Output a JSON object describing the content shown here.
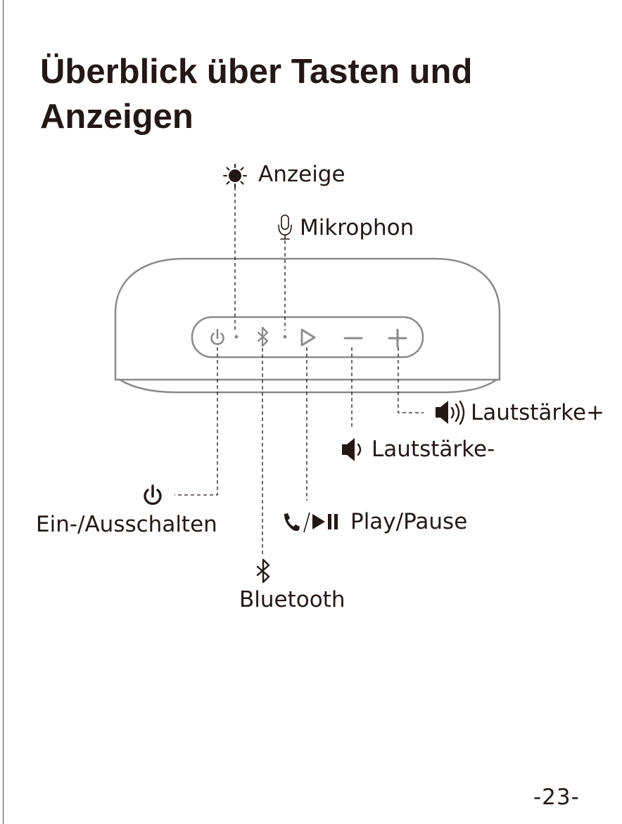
{
  "title": {
    "line1": "Überblick über Tasten und",
    "line2": "Anzeigen"
  },
  "labels": {
    "indicator": "Anzeige",
    "microphone": "Mikrophon",
    "volume_up": "Lautstärke+",
    "volume_down": "Lautstärke-",
    "power": "Ein-/Ausschalten",
    "play_pause": "Play/Pause",
    "bluetooth": "Bluetooth"
  },
  "icons": [
    "sun-icon",
    "microphone-icon",
    "power-icon",
    "bluetooth-icon",
    "play-icon",
    "minus-icon",
    "plus-icon",
    "speaker-loud-icon",
    "speaker-quiet-icon",
    "phone-icon",
    "play-pause-icon"
  ],
  "page_number": "-23-",
  "colors": {
    "text": "#231815",
    "device_outline": "#8a8a8a",
    "leader_line": "#231815"
  }
}
